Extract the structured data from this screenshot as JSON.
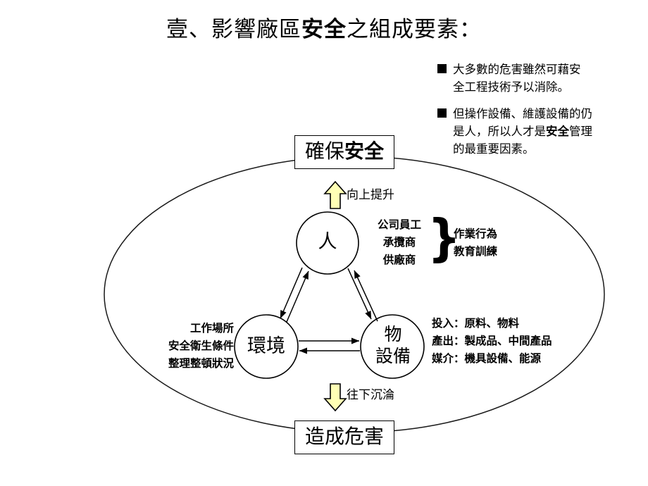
{
  "slide": {
    "title_prefix": "壹、影響廠區安全之組成要素：",
    "title_part1": "壹、影響廠區",
    "title_bold": "安全",
    "title_part2": "之組成要素：",
    "background_color": "#FFFFFF",
    "text_color": "#000000"
  },
  "bullets": [
    {
      "marker": "filled-square",
      "line1": "大多數的危害雖然可藉安",
      "line2": "全工程技術予以消除。",
      "text": "大多數的危害雖然可藉安全工程技術予以消除。"
    },
    {
      "marker": "filled-square",
      "line1": "但操作設備、維護設備的仍",
      "line2_a": "是人，所以人才是",
      "line2_bold": "安全",
      "line2_b": "管理",
      "line3": "的最重要因素。",
      "text": "但操作設備、維護設備的仍是人，所以人才是安全管理的最重要因素。"
    }
  ],
  "diagram": {
    "outer_shape": "ellipse",
    "top_box": {
      "plain": "確保",
      "bold": "安全",
      "text": "確保安全"
    },
    "bottom_box": {
      "text": "造成危害"
    },
    "nodes": [
      {
        "id": "person",
        "label": "人"
      },
      {
        "id": "environment",
        "label": "環境"
      },
      {
        "id": "object",
        "label_line1": "物",
        "label_line2": "設備",
        "label": "物設備"
      }
    ],
    "arrows": {
      "up": {
        "caption": "向上提升",
        "fill_color": "#FFFFB5",
        "stroke_color": "#000000",
        "direction": "up"
      },
      "down": {
        "caption": "往下沉淪",
        "fill_color": "#FFFFB5",
        "stroke_color": "#000000",
        "direction": "down"
      }
    },
    "annotations": {
      "person_inputs": {
        "line1": "公司員工",
        "line2": "承攬商",
        "line3": "供廠商"
      },
      "brace": "}",
      "person_outputs": {
        "line1": "作業行為",
        "line2": "教育訓練"
      },
      "environment": {
        "line1": "工作場所",
        "line2": "安全衛生條件",
        "line3": "整理整頓狀況"
      },
      "object": {
        "line1": "投入：原料、物料",
        "line2": "產出：製成品、中間產品",
        "line3": "媒介：機具設備、能源"
      }
    }
  }
}
